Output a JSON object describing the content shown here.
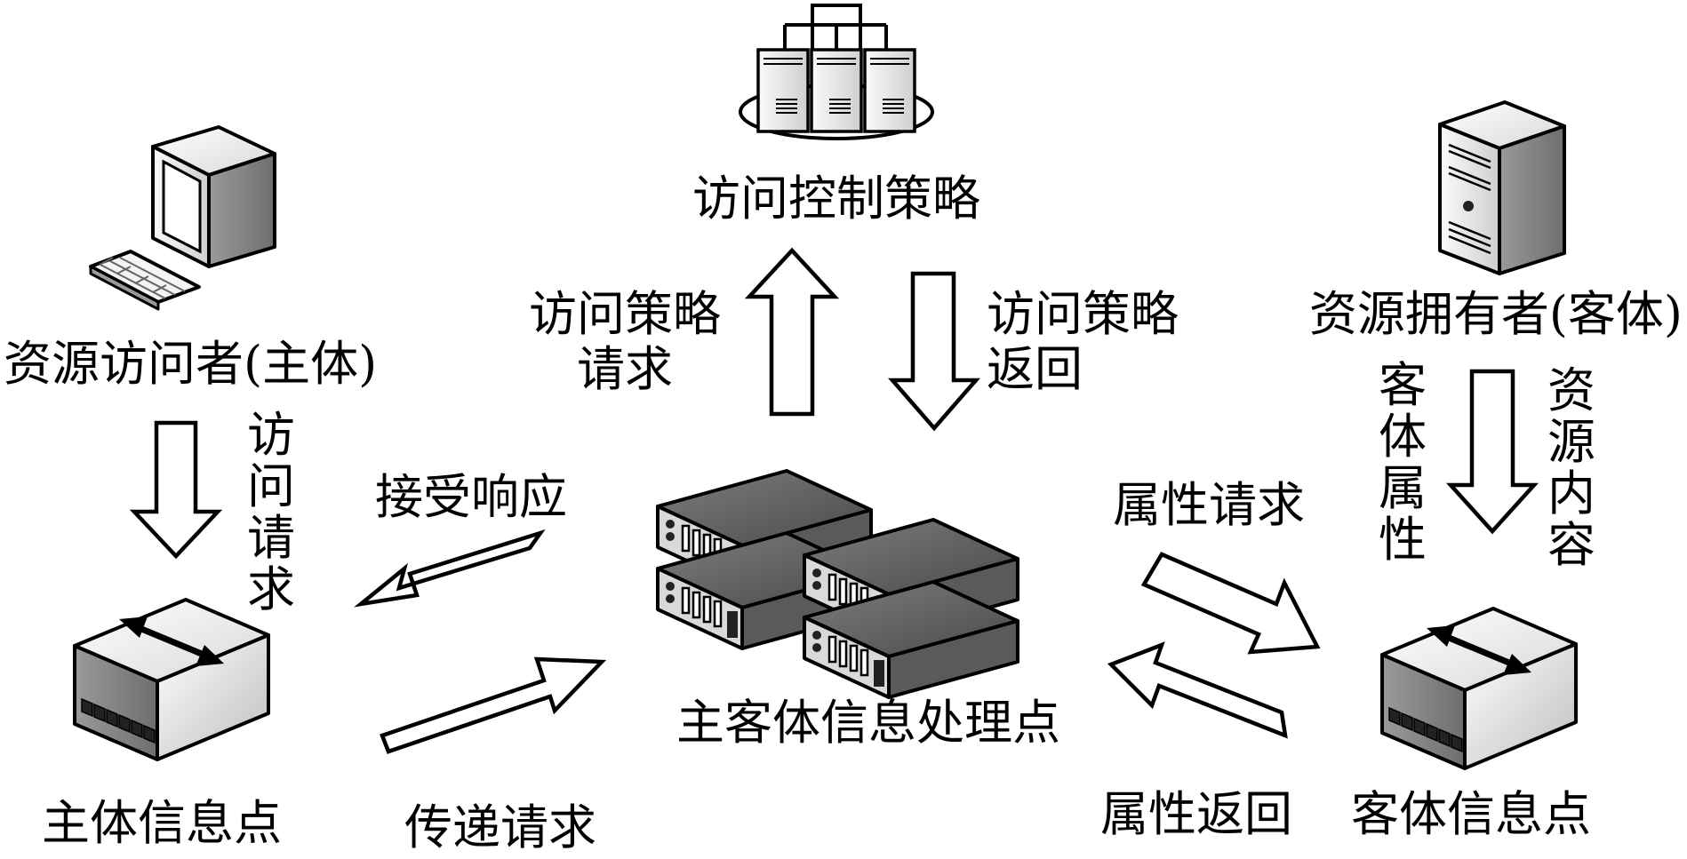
{
  "nodes": {
    "policy": {
      "label": "访问控制策略",
      "icon": "server-cluster-icon"
    },
    "requester": {
      "label": "资源访问者(主体)",
      "icon": "desktop-computer-icon"
    },
    "owner": {
      "label": "资源拥有者(客体)",
      "icon": "tower-server-icon"
    },
    "processor": {
      "label": "主客体信息处理点",
      "icon": "rack-server-icon"
    },
    "subject_point": {
      "label": "主体信息点",
      "icon": "network-switch-icon"
    },
    "object_point": {
      "label": "客体信息点",
      "icon": "network-switch-icon"
    }
  },
  "edges": {
    "policy_request": {
      "line1": "访问策略",
      "line2": "请求"
    },
    "policy_return": {
      "line1": "访问策略",
      "line2": "返回"
    },
    "access_request": {
      "chars": [
        "访",
        "问",
        "请",
        "求"
      ]
    },
    "accept_response": {
      "label": "接受响应"
    },
    "forward_request": {
      "label": "传递请求"
    },
    "attr_request": {
      "label": "属性请求"
    },
    "attr_return": {
      "label": "属性返回"
    },
    "object_attr": {
      "chars": [
        "客",
        "体",
        "属",
        "性"
      ]
    },
    "resource_content": {
      "chars": [
        "资",
        "源",
        "内",
        "容"
      ]
    }
  }
}
